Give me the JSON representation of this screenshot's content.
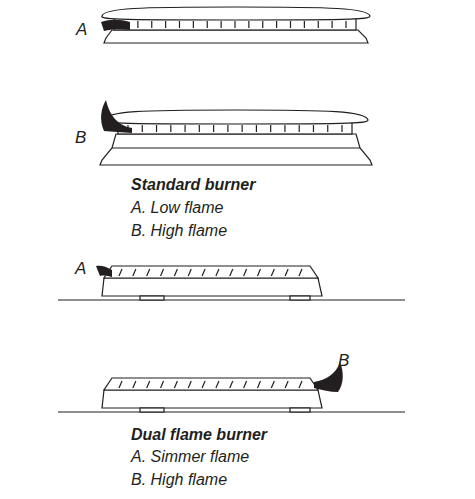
{
  "diagram": {
    "labels": [
      "A",
      "B",
      "Standard burner",
      "A. Low flame",
      "B. High flame",
      "A",
      "B",
      "Dual flame burner",
      "A. Simmer flame",
      "B. High flame"
    ]
  }
}
